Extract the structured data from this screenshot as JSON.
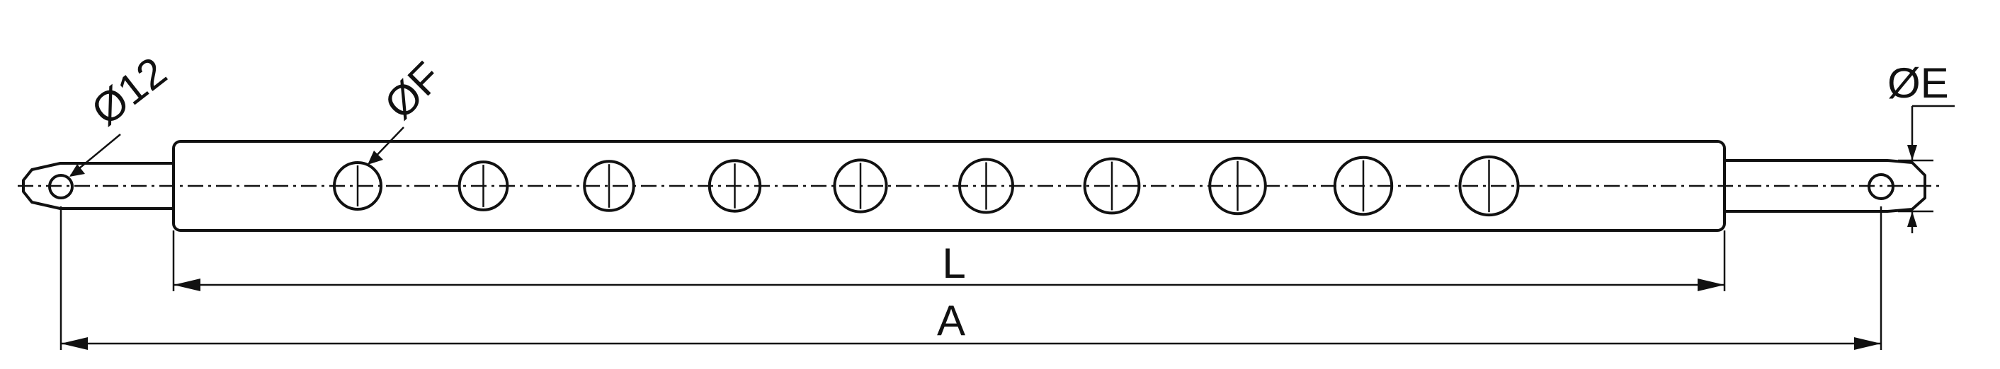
{
  "labels": {
    "pin_bore": "Ø12",
    "hole_diameter": "ØF",
    "end_diameter": "ØE",
    "tube_length": "L",
    "overall_length": "A"
  },
  "holes": [
    {
      "index": 1,
      "name": "hole-1"
    },
    {
      "index": 2,
      "name": "hole-2"
    },
    {
      "index": 3,
      "name": "hole-3"
    },
    {
      "index": 4,
      "name": "hole-4"
    },
    {
      "index": 5,
      "name": "hole-5"
    },
    {
      "index": 6,
      "name": "hole-6"
    },
    {
      "index": 7,
      "name": "hole-7"
    },
    {
      "index": 8,
      "name": "hole-8"
    },
    {
      "index": 9,
      "name": "hole-9"
    },
    {
      "index": 10,
      "name": "hole-10"
    }
  ]
}
